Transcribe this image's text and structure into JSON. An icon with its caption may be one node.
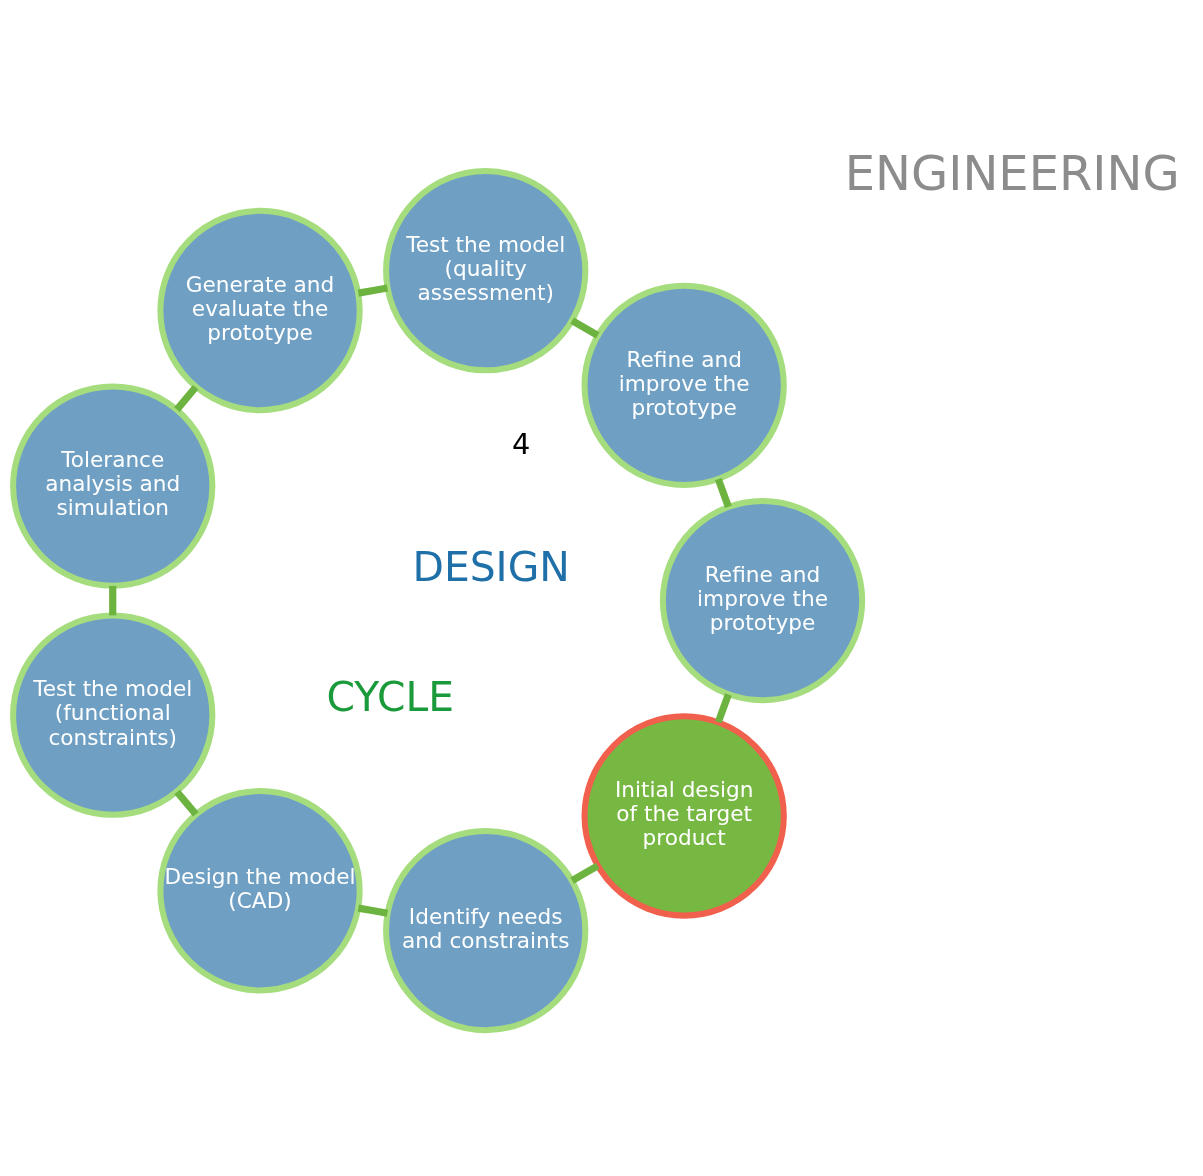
{
  "diagram": {
    "nodes": [
      {
        "text": [
          "Initial design of the target product"
        ]
      },
      {
        "text": [
          "Identify needs and constraints"
        ]
      },
      {
        "text": [
          "Design the model (CAD)"
        ]
      },
      {
        "text": [
          "Test the model (functional constraints)"
        ]
      },
      {
        "text": [
          "Tolerance analysis and simulation"
        ]
      },
      {
        "text": [
          "Generate and evaluate the prototype"
        ]
      },
      {
        "text": [
          "Test the model (quality assessment)"
        ]
      },
      {
        "text": [
          "Refine and improve the prototype"
        ]
      },
      {
        "text": [
          "Refine and improve the prototype"
        ]
      }
    ],
    "edges": [
      {
        "from": 0,
        "to": 1,
        "arrow": "none"
      },
      {
        "from": 1,
        "to": 2,
        "arrow": "none"
      },
      {
        "from": 2,
        "to": 3,
        "arrow": "none"
      },
      {
        "from": 3,
        "to": 4,
        "arrow": "none"
      },
      {
        "from": 4,
        "to": 5,
        "arrow": "none"
      },
      {
        "from": 5,
        "to": 6,
        "arrow": "none"
      },
      {
        "from": 6,
        "to": 7,
        "arrow": "none"
      },
      {
        "from": 7,
        "to": 8,
        "arrow": "none"
      },
      {
        "from": 8,
        "to": 0,
        "arrow": "none"
      }
    ],
    "labels": [
      "ENGINEERING",
      "DESIGN",
      "CYCLE",
      "4"
    ]
  }
}
